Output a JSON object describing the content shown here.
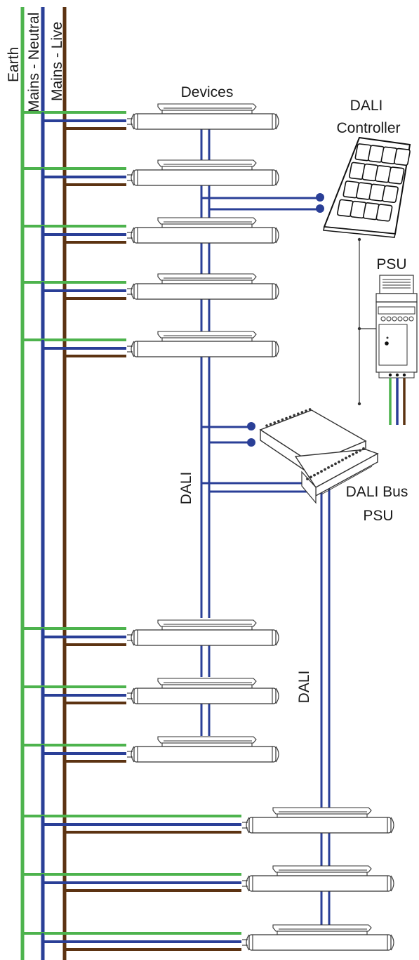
{
  "diagram": {
    "labels": {
      "earth": "Earth",
      "mains_neutral": "Mains - Neutral",
      "mains_live": "Mains - Live",
      "devices": "Devices",
      "dali_controller_line1": "DALI",
      "dali_controller_line2": "Controller",
      "psu": "PSU",
      "dali_bus_psu_line1": "DALI Bus",
      "dali_bus_psu_line2": "PSU",
      "dali_bus_label_1": "DALI",
      "dali_bus_label_2": "DALI"
    },
    "colors": {
      "earth": "#4db34d",
      "neutral": "#2a3f97",
      "live": "#5c3312",
      "dali_bus": "#2a3f97",
      "outline": "#333333",
      "text": "#1a1a1a"
    },
    "device_count": 11,
    "keypad_buttons": 16
  }
}
